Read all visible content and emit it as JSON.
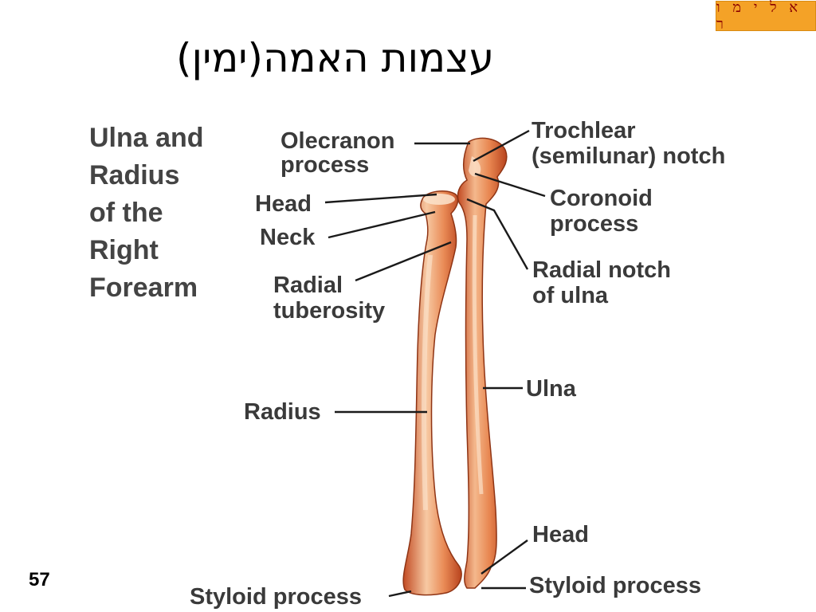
{
  "slide": {
    "title": "עצמות האמה(ימין)",
    "author": "א ל י  מ ו ר",
    "number": "57"
  },
  "diagram": {
    "title_lines": [
      "Ulna and",
      "Radius",
      "of the",
      "Right",
      "Forearm"
    ],
    "labels": {
      "olecranon_1": "Olecranon",
      "olecranon_2": "process",
      "trochlear_1": "Trochlear",
      "trochlear_2": "(semilunar) notch",
      "radial_head": "Head",
      "coronoid_1": "Coronoid",
      "coronoid_2": "process",
      "neck": "Neck",
      "radial_notch_1": "Radial notch",
      "radial_notch_2": "of ulna",
      "tuberosity_1": "Radial",
      "tuberosity_2": "tuberosity",
      "ulna": "Ulna",
      "radius": "Radius",
      "ulna_head": "Head",
      "styloid_ulna": "Styloid process",
      "styloid_radius": "Styloid process"
    },
    "colors": {
      "bone_dark": "#c8512a",
      "bone_mid": "#e47a48",
      "bone_light": "#f6c39a",
      "label": "#3a3a3a",
      "badge": "#f4a227",
      "badge_text": "#8a0000"
    }
  }
}
